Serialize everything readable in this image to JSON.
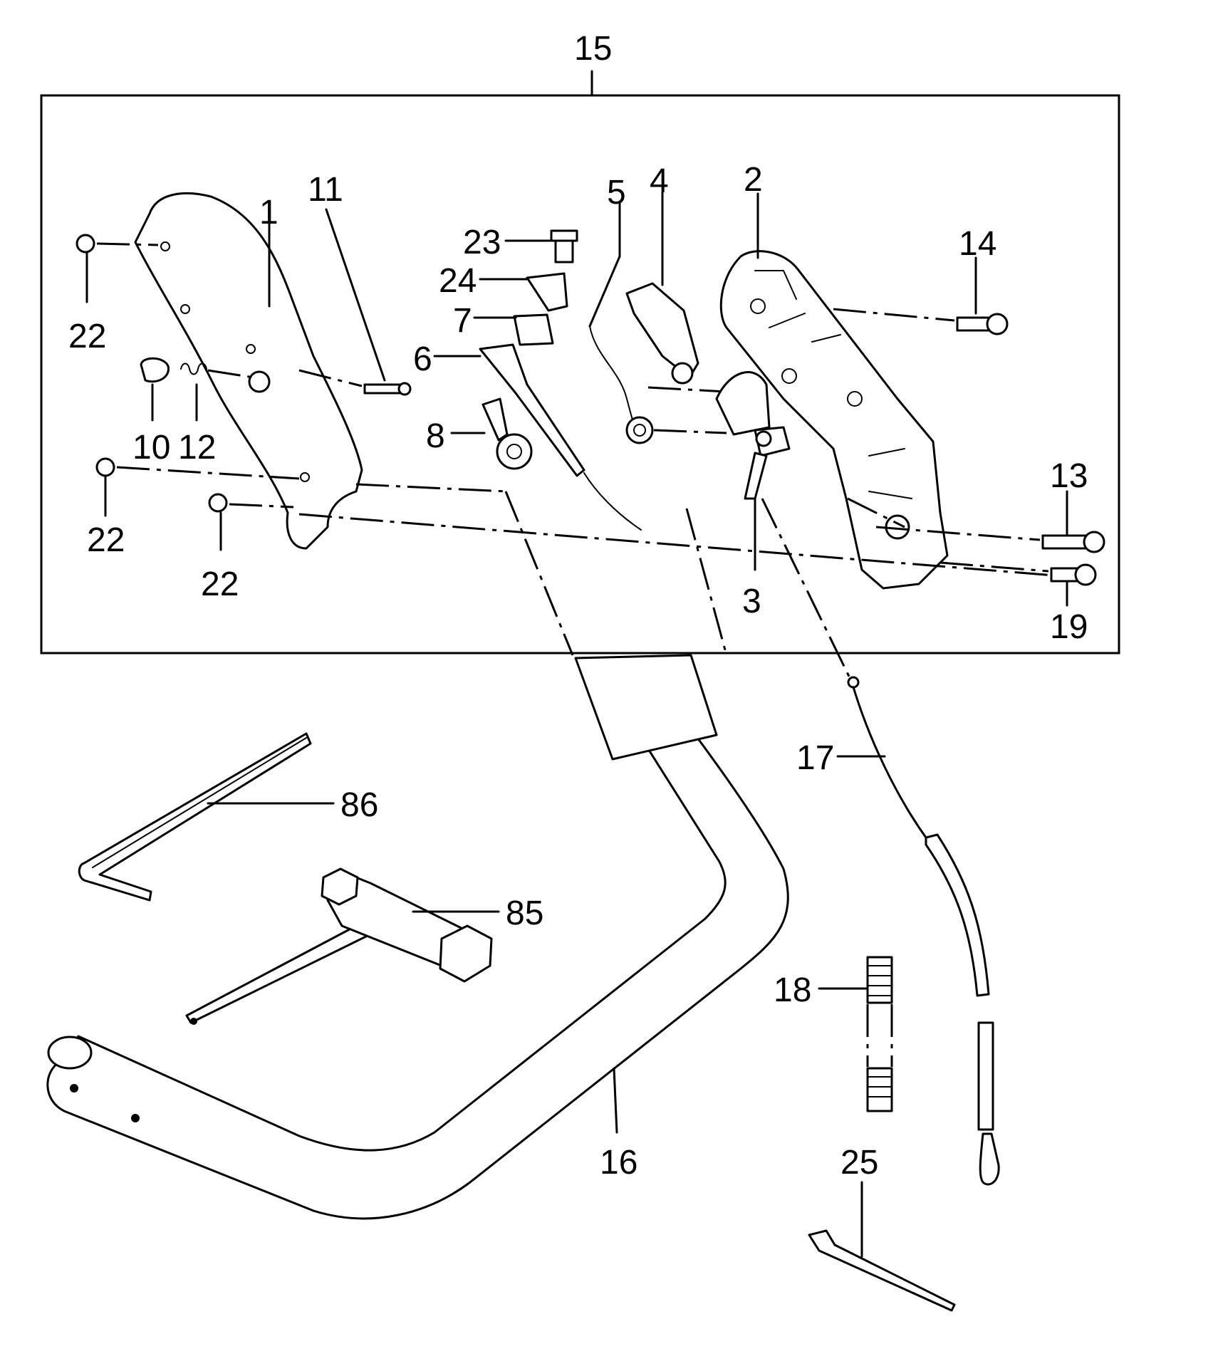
{
  "callouts": {
    "c1": "1",
    "c2": "2",
    "c3": "3",
    "c4": "4",
    "c5": "5",
    "c6": "6",
    "c7": "7",
    "c8": "8",
    "c10": "10",
    "c11": "11",
    "c12": "12",
    "c13": "13",
    "c14": "14",
    "c15": "15",
    "c16": "16",
    "c17": "17",
    "c18": "18",
    "c19": "19",
    "c22a": "22",
    "c22b": "22",
    "c22c": "22",
    "c23": "23",
    "c24": "24",
    "c25": "25",
    "c85": "85",
    "c86": "86"
  }
}
